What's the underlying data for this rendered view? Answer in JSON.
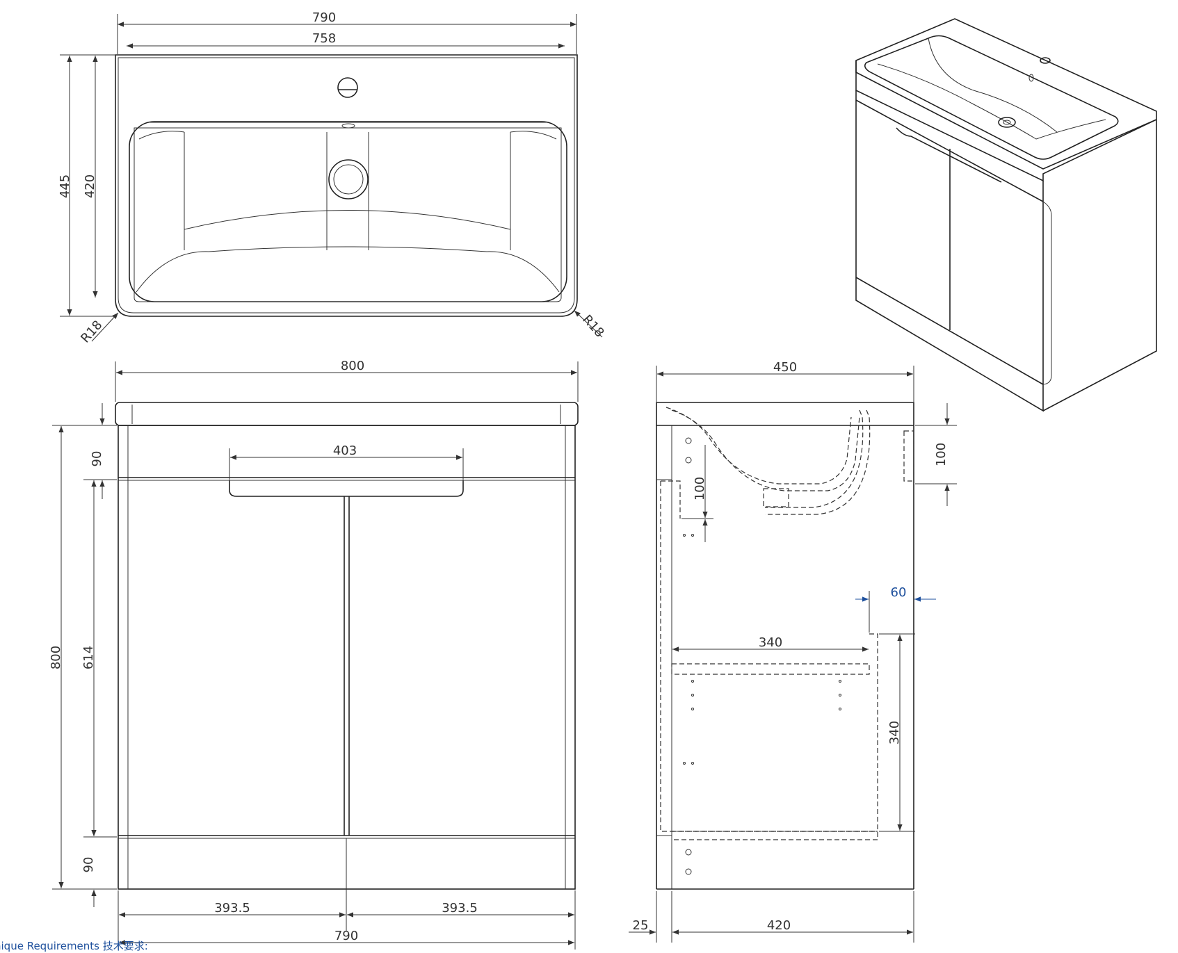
{
  "top_view": {
    "dims": {
      "overall_width": "790",
      "inner_width": "758",
      "overall_depth": "445",
      "inner_depth": "420",
      "radius_left": "R18",
      "radius_right": "R18"
    }
  },
  "front_view": {
    "dims": {
      "overall_width": "800",
      "handle_width": "403",
      "top_rail": "90",
      "door_height": "614",
      "overall_height": "800",
      "bottom_rail": "90",
      "left_door": "393.5",
      "right_door": "393.5",
      "body_width": "790"
    }
  },
  "side_view": {
    "dims": {
      "overall_depth": "450",
      "drain_height": "100",
      "waste_drop": "100",
      "shelf_setback": "60",
      "shelf_depth": "340",
      "shelf_height": "340",
      "plinth": "25",
      "body_depth": "420"
    }
  },
  "note": "nique Requirements 技术要求:"
}
